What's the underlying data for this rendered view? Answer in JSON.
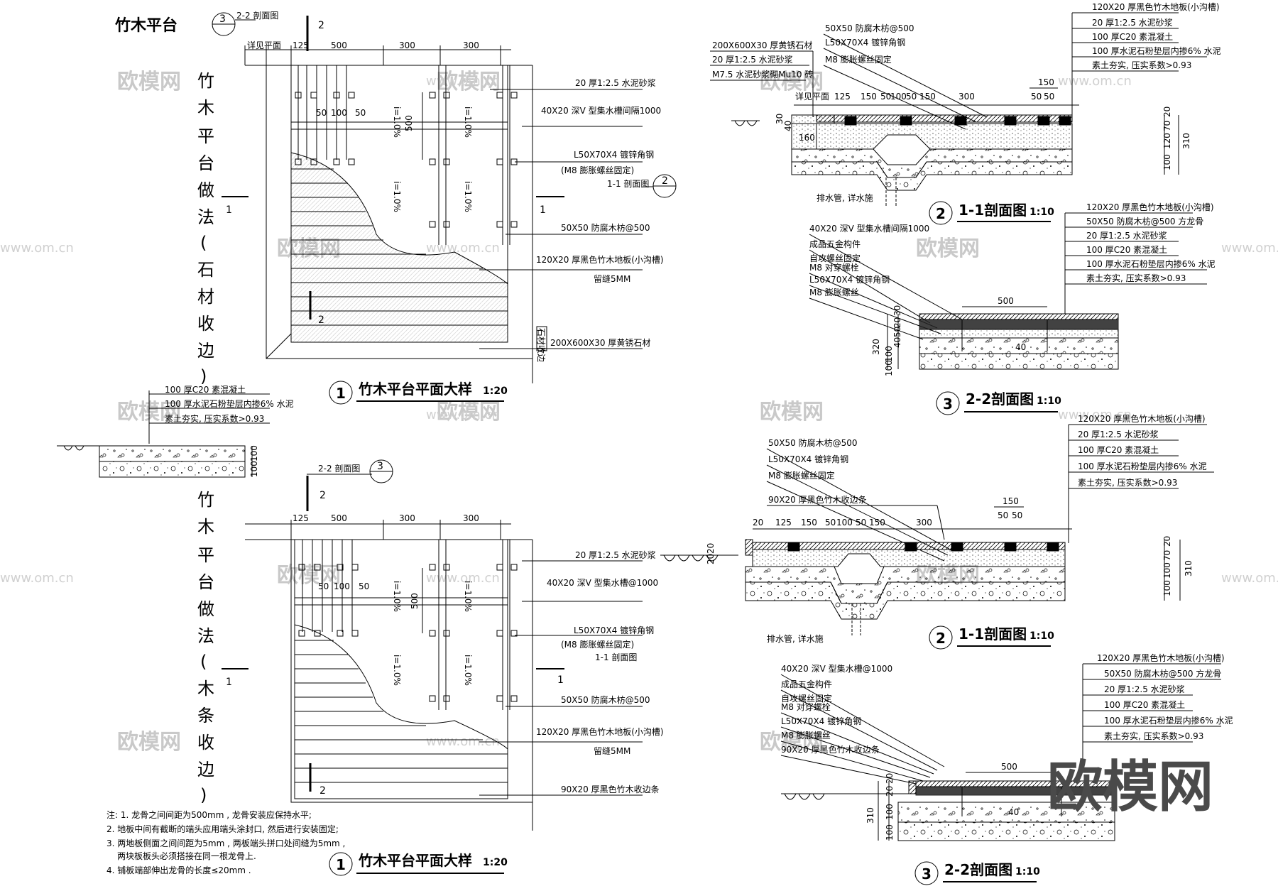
{
  "sheet_title": "竹木平台",
  "left_titles": {
    "upper": [
      "竹",
      "木",
      "平",
      "台",
      "做",
      "法",
      "(",
      "石",
      "材",
      "收",
      "边",
      ")"
    ],
    "lower": [
      "竹",
      "木",
      "平",
      "台",
      "做",
      "法",
      "(",
      "木",
      "条",
      "收",
      "边",
      ")"
    ]
  },
  "plans": [
    {
      "caption_no": "1",
      "caption": "竹木平台平面大样",
      "scale": "1:20",
      "section_ref_label": "2-2 剖面图",
      "section_ref_no": "3",
      "side_ref_label": "1-1 剖面图",
      "side_ref_no": "2",
      "cut_labels": [
        "2",
        "1",
        "1",
        "2"
      ],
      "note_ref": "详见平面",
      "dims_top": [
        "125",
        "500",
        "300",
        "300"
      ],
      "dims_inner": [
        "50",
        "100",
        "50"
      ],
      "dim_500": "500",
      "slopes": [
        "i=1.0%",
        "i=1.0%",
        "i=1.0%",
        "i=1.0%"
      ],
      "callouts": [
        "20 厚1:2.5 水泥砂浆",
        "40X20 深V 型集水槽间隔1000",
        "L50X70X4  镀锌角钢",
        "(M8 膨胀螺丝固定)",
        "1-1 剖面图",
        "50X50 防腐木枋@500",
        "120X20 厚黑色竹木地板(小沟槽)",
        "留缝5MM",
        "200X600X30 厚黄锈石材"
      ],
      "edge_tag": "石材收边"
    },
    {
      "caption_no": "1",
      "caption": "竹木平台平面大样",
      "scale": "1:20",
      "section_ref_label": "2-2 剖面图",
      "section_ref_no": "3",
      "cut_labels": [
        "2",
        "1",
        "1",
        "2"
      ],
      "dims_top": [
        "125",
        "500",
        "300",
        "300"
      ],
      "dims_inner": [
        "50",
        "100",
        "50"
      ],
      "dim_500": "500",
      "slopes": [
        "i=1.0%",
        "i=1.0%",
        "i=1.0%",
        "i=1.0%"
      ],
      "callouts": [
        "20 厚1:2.5 水泥砂浆",
        "40X20 深V 型集水槽@1000",
        "L50X70X4  镀锌角钢",
        "(M8 膨胀螺丝固定)",
        "1-1 剖面图",
        "50X50 防腐木枋@500",
        "120X20 厚黑色竹木地板(小沟槽)",
        "留缝5MM",
        "90X20 厚黑色竹木收边条"
      ]
    }
  ],
  "small_section": {
    "callouts": [
      "100 厚C20 素混凝土",
      "100 厚水泥石粉垫层内掺6% 水泥",
      "素土夯实, 压实系数>0.93"
    ],
    "dims": [
      "100",
      "100"
    ]
  },
  "sections_11": [
    {
      "caption_no": "2",
      "caption": "1-1剖面图",
      "scale": "1:10",
      "top_left_callouts": [
        "50X50 防腐木枋@500",
        "L50X70X4    镀锌角钢",
        "M8 膨胀螺丝固定"
      ],
      "left_callouts": [
        "200X600X30    厚黄锈石材",
        "20 厚1:2.5 水泥砂浆",
        "M7.5 水泥砂浆砌Mu10 砖"
      ],
      "right_callouts": [
        "120X20  厚黑色竹木地板(小沟槽)",
        "20 厚1:2.5 水泥砂浆",
        "100 厚C20 素混凝土",
        "100 厚水泥石粉垫层内掺6% 水泥",
        "素土夯实, 压实系数>0.93"
      ],
      "dims_top": [
        "详见平面",
        "125",
        "150",
        "50",
        "100",
        "50",
        "150",
        "300"
      ],
      "dim_150": "150",
      "dims_50": [
        "50",
        "50"
      ],
      "dims_right": [
        "20",
        "70",
        "120",
        "100",
        "310"
      ],
      "dims_left": [
        "30",
        "40",
        "160"
      ],
      "drain_note": "排水管, 详水施"
    },
    {
      "caption_no": "2",
      "caption": "1-1剖面图",
      "scale": "1:10",
      "top_left_callouts": [
        "50X50 防腐木枋@500",
        "L50X70X4    镀锌角钢",
        "M8 膨胀螺丝固定",
        "90X20  厚黑色竹木收边条"
      ],
      "right_callouts": [
        "120X20  厚黑色竹木地板(小沟槽)",
        "20 厚1:2.5 水泥砂浆",
        "100 厚C20 素混凝土",
        "100 厚水泥石粉垫层内掺6% 水泥",
        "素土夯实, 压实系数>0.93"
      ],
      "dims_top": [
        "20",
        "125",
        "150",
        "50",
        "100",
        "50",
        "150",
        "300"
      ],
      "dim_150": "150",
      "dims_50": [
        "50",
        "50"
      ],
      "dims_right": [
        "20",
        "70",
        "100",
        "100",
        "310"
      ],
      "dims_left": [
        "20",
        "20"
      ],
      "drain_note": "排水管, 详水施"
    }
  ],
  "sections_22": [
    {
      "caption_no": "3",
      "caption": "2-2剖面图",
      "scale": "1:10",
      "left_callouts": [
        "40X20  深V 型集水槽间隔1000",
        "成品五金构件",
        "自攻螺丝固定",
        "M8 对穿螺栓",
        "L50X70X4     镀锌角钢",
        "M8  膨胀螺丝"
      ],
      "right_callouts": [
        "120X20   厚黑色竹木地板(小沟槽)",
        "50X50  防腐木枋@500  方龙骨",
        "20 厚1:2.5  水泥砂浆",
        "100 厚C20  素混凝土",
        "100 厚水泥石粉垫层内掺6% 水泥",
        "素土夯实, 压实系数>0.93"
      ],
      "dim_500": "500",
      "dim_40": "40",
      "dims_left": [
        "30",
        "20",
        "50",
        "40",
        "100",
        "100",
        "320"
      ]
    },
    {
      "caption_no": "3",
      "caption": "2-2剖面图",
      "scale": "1:10",
      "left_callouts": [
        "40X20  深V 型集水槽@1000",
        "成品五金构件",
        "自攻螺丝固定",
        "M8 对穿螺栓",
        "L50X70X4     镀锌角钢",
        "M8  膨胀螺丝",
        "90X20  厚黑色竹木收边条"
      ],
      "right_callouts": [
        "120X20   厚黑色竹木地板(小沟槽)",
        "50X50  防腐木枋@500  方龙骨",
        "20 厚1:2.5  水泥砂浆",
        "100 厚C20  素混凝土",
        "100 厚水泥石粉垫层内掺6% 水泥",
        "素土夯实, 压实系数>0.93"
      ],
      "dim_500": "500",
      "dim_40": "40",
      "dims_left": [
        "20",
        "20",
        "100",
        "100",
        "310"
      ]
    }
  ],
  "notes": [
    "注: 1. 龙骨之间间距为500mm   , 龙骨安装应保持水平;",
    "2. 地板中间有截断的端头应用端头涂封口, 然后进行安装固定;",
    "3. 两地板侧面之间间距为5mm , 两板端头拼口处间缝为5mm   ,",
    "两块板板头必须搭接在同一根龙骨上.",
    "4. 铺板端部伸出龙骨的长度≤20mm   ."
  ],
  "watermark": {
    "text": "欧模网",
    "url": "www.om.cn",
    "brand": "欧模网"
  }
}
